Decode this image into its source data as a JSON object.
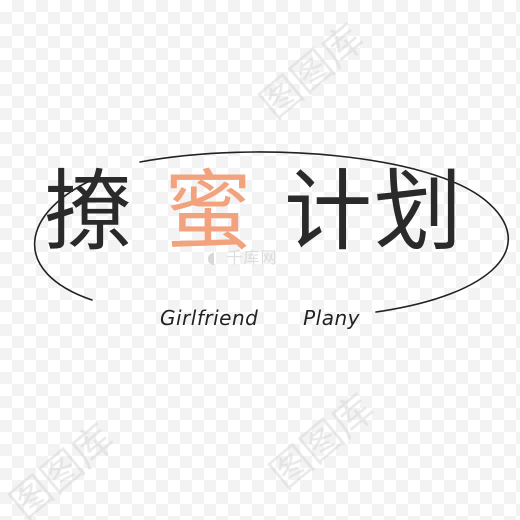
{
  "watermark": {
    "text": "图图库",
    "brand": "千库网"
  },
  "title": {
    "char1": "撩",
    "char2": "蜜",
    "char3": "计划"
  },
  "subtitle": {
    "word1": "Girlfriend",
    "word2": "Plany"
  },
  "colors": {
    "text": "#2a2a2a",
    "accent": "#f2a27d",
    "watermark": "#d9d9d9",
    "ring": "#222222"
  }
}
